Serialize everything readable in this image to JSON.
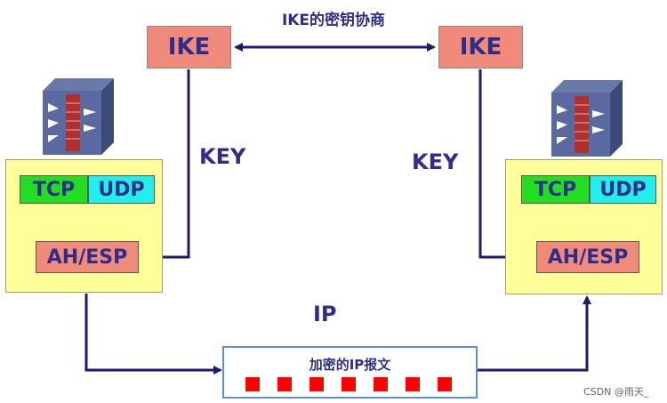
{
  "top_label": "IKE的密钥协商",
  "left": {
    "ike": "IKE",
    "key": "KEY",
    "tcp": "TCP",
    "udp": "UDP",
    "ah_esp": "AH/ESP"
  },
  "right": {
    "ike": "IKE",
    "key": "KEY",
    "tcp": "TCP",
    "udp": "UDP",
    "ah_esp": "AH/ESP"
  },
  "ip_label": "IP",
  "packet": {
    "title": "加密的IP报文",
    "blocks": 7
  },
  "watermark": "CSDN @雨天_",
  "colors": {
    "arrow": "#1a1a6e",
    "ike_fill": "#f08a7a",
    "host_fill": "#ffff99",
    "tcp_fill": "#22dd22",
    "udp_fill": "#22eeee",
    "packet_block": "#ff0000",
    "packet_border": "#5b8fd6"
  },
  "icons": [
    "firewall-icon-left",
    "firewall-icon-right"
  ]
}
